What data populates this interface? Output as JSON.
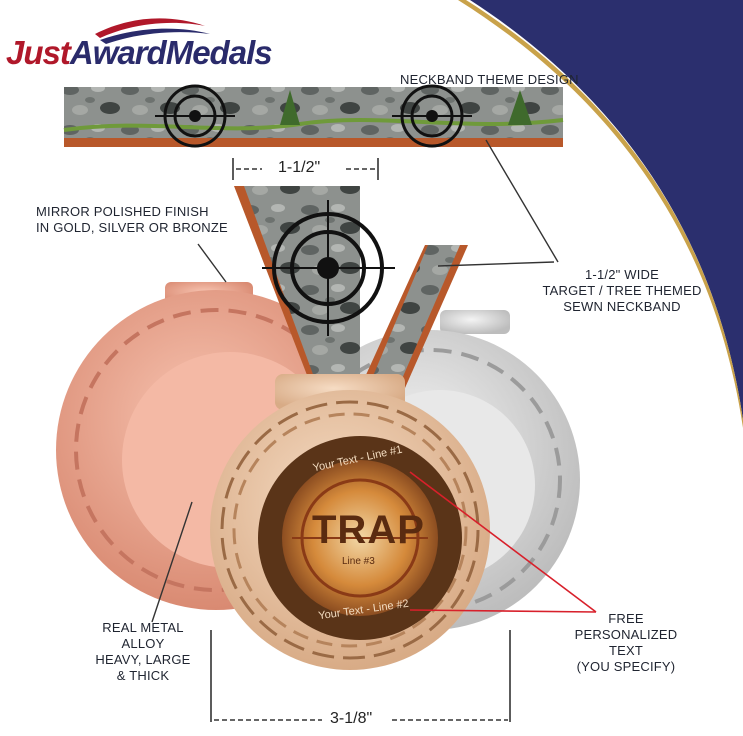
{
  "brand": {
    "logo_part1": "Just",
    "logo_part2": "Award",
    "logo_part3": "Medals"
  },
  "labels": {
    "neckband_theme": "NECKBAND THEME DESIGN",
    "ribbon_width_dim": "1-1/2\"",
    "finish_line1": "MIRROR POLISHED FINISH",
    "finish_line2": "IN GOLD, SILVER or BRONZE",
    "neckband_line1": "1-1/2\" WIDE",
    "neckband_line2": "TARGET / TREE THEMED",
    "neckband_line3": "SEWN NECKBAND",
    "metal_line1": "REAL METAL",
    "metal_line2": "ALLOY",
    "metal_line3": "HEAVY, LARGE",
    "metal_line4": "& THICK",
    "free_line1": "FREE",
    "free_line2": "PERSONALIZED",
    "free_line3": "TEXT",
    "free_line4": "(YOU SPECIFY)",
    "medal_width_dim": "3-1/8\""
  },
  "medal_insert": {
    "text_line1": "Your Text - Line #1",
    "title": "TRAP",
    "text_line3": "Line #3",
    "text_line2": "Your Text - Line #2"
  },
  "colors": {
    "navy": "#2b2f6e",
    "brand_red": "#b0182a",
    "bronze": "#e7a58f",
    "gold": "#e9c6a6",
    "silver": "#dadada",
    "annotation_red": "#d8202b",
    "insert_brown": "#5a3418"
  }
}
